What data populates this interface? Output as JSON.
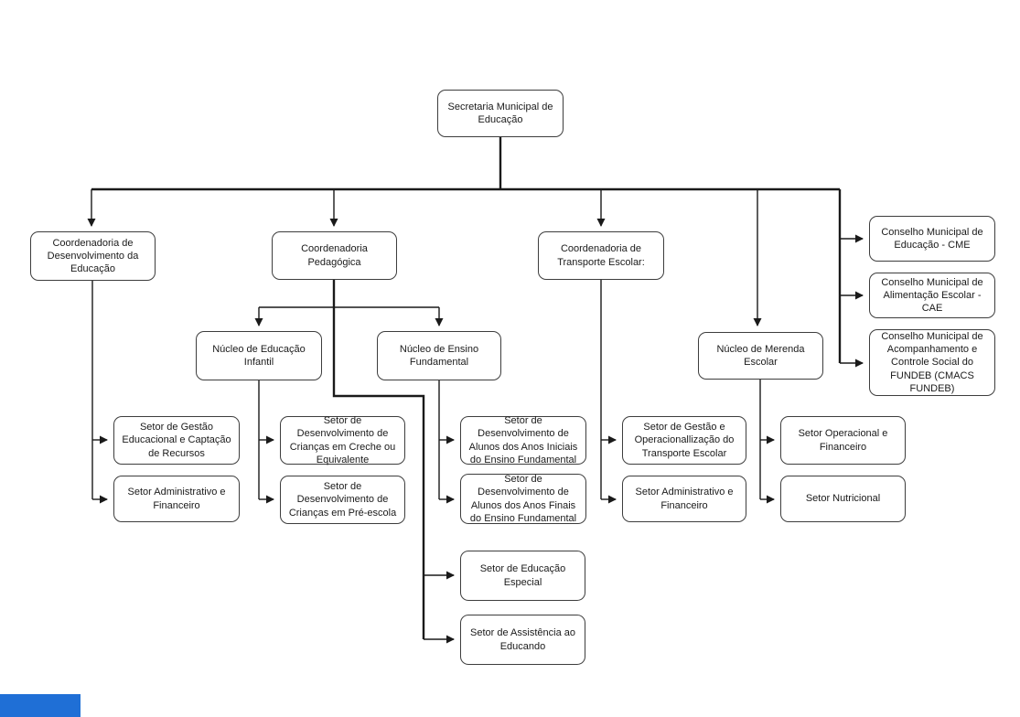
{
  "diagram": {
    "type": "org-chart",
    "root_label": "Secretaria Municipal de Educação"
  },
  "nodes": [
    {
      "id": "secretaria",
      "label": "Secretaria Municipal de Educação"
    },
    {
      "id": "coord-desenvolvimento",
      "label": "Coordenadoria de Desenvolvimento da Educação"
    },
    {
      "id": "coord-pedagogica",
      "label": "Coordenadoria Pedagógica"
    },
    {
      "id": "coord-transporte",
      "label": "Coordenadoria de Transporte Escolar:"
    },
    {
      "id": "conselho-cme",
      "label": "Conselho Municipal de Educação - CME"
    },
    {
      "id": "conselho-cae",
      "label": "Conselho Municipal de Alimentação Escolar - CAE"
    },
    {
      "id": "conselho-fundeb",
      "label": "Conselho Municipal de Acompanhamento e Controle Social do FUNDEB (CMACS FUNDEB)"
    },
    {
      "id": "nucleo-infantil",
      "label": "Núcleo de Educação Infantil"
    },
    {
      "id": "nucleo-fundamental",
      "label": "Núcleo de Ensino Fundamental"
    },
    {
      "id": "nucleo-merenda",
      "label": "Núcleo de Merenda Escolar"
    },
    {
      "id": "setor-gestao-educacional",
      "label": "Setor de Gestão Educacional e Captação de Recursos"
    },
    {
      "id": "setor-administrativo-financeiro-1",
      "label": "Setor Administrativo e Financeiro"
    },
    {
      "id": "setor-creche",
      "label": "Setor de Desenvolvimento de Crianças em Creche ou Equivalente"
    },
    {
      "id": "setor-pre-escola",
      "label": "Setor de Desenvolvimento de Crianças em Pré-escola"
    },
    {
      "id": "setor-anos-iniciais",
      "label": "Setor de Desenvolvimento de Alunos dos Anos Iniciais do Ensino Fundamental"
    },
    {
      "id": "setor-anos-finais",
      "label": "Setor de Desenvolvimento de Alunos dos Anos Finais do Ensino Fundamental"
    },
    {
      "id": "setor-gestao-transporte",
      "label": "Setor de Gestão e Operacionallização do Transporte Escolar"
    },
    {
      "id": "setor-administrativo-financeiro-2",
      "label": "Setor Administrativo e Financeiro"
    },
    {
      "id": "setor-operacional-financeiro",
      "label": "Setor Operacional e Financeiro"
    },
    {
      "id": "setor-nutricional",
      "label": "Setor Nutricional"
    },
    {
      "id": "setor-educacao-especial",
      "label": "Setor de Educação Especial"
    },
    {
      "id": "setor-assistencia",
      "label": "Setor de Assistência ao Educando"
    }
  ],
  "colors": {
    "background": "#ffffff",
    "box_fill": "#ffffff",
    "box_border": "#3d3d3d",
    "line": "#1a1a1a",
    "text": "#1a1a1a",
    "corner_strip": "#1f6fd6"
  }
}
